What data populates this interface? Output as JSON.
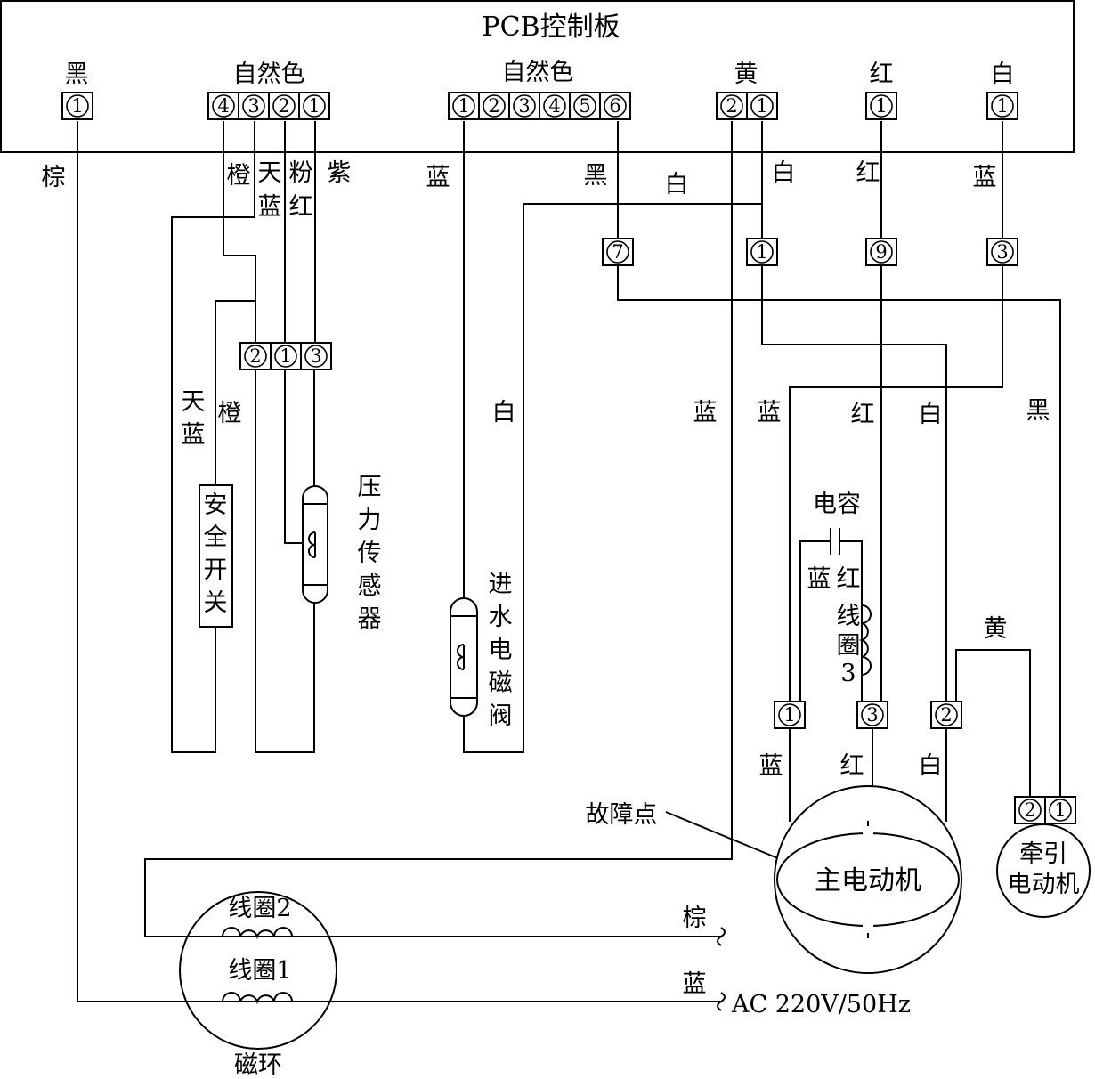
{
  "pcb": {
    "title": "PCB控制板",
    "terminals": [
      {
        "id": "t-black",
        "label": "黑",
        "pins": [
          "1"
        ]
      },
      {
        "id": "t-natural-4",
        "label": "自然色",
        "pins": [
          "4",
          "3",
          "2",
          "1"
        ]
      },
      {
        "id": "t-natural-6",
        "label": "自然色",
        "pins": [
          "1",
          "2",
          "3",
          "4",
          "5",
          "6"
        ]
      },
      {
        "id": "t-yellow",
        "label": "黄",
        "pins": [
          "2",
          "1"
        ]
      },
      {
        "id": "t-red",
        "label": "红",
        "pins": [
          "1"
        ]
      },
      {
        "id": "t-white",
        "label": "白",
        "pins": [
          "1"
        ]
      }
    ]
  },
  "midConnectors": [
    "7",
    "1",
    "9",
    "3"
  ],
  "sensorConnector": [
    "2",
    "1",
    "3"
  ],
  "motorConnectors": [
    "1",
    "3",
    "2"
  ],
  "tractionConnector": [
    "2",
    "1"
  ],
  "wireLabels": {
    "w1": "棕",
    "w2": "橙",
    "w3": "天",
    "w4": "蓝",
    "w5": "粉",
    "w6": "红",
    "w7": "紫",
    "w8": "蓝",
    "w9": "黑",
    "w10": "白",
    "w11": "白",
    "w12": "红",
    "w13": "蓝",
    "w14": "天",
    "w15": "蓝",
    "w16": "橙",
    "w17": "白",
    "w18": "蓝",
    "w19": "蓝",
    "w20": "红",
    "w21": "白",
    "w22": "黑",
    "w23": "蓝",
    "w24": "红",
    "w25": "黄",
    "w26": "蓝",
    "w27": "红",
    "w28": "白",
    "w29": "棕",
    "w30": "蓝"
  },
  "components": {
    "safetySwitch": [
      "安",
      "全",
      "开",
      "关"
    ],
    "pressureSensor": [
      "压",
      "力",
      "传",
      "感",
      "器"
    ],
    "inletValve": [
      "进",
      "水",
      "电",
      "磁",
      "阀"
    ],
    "capacitor": "电容",
    "coil3": [
      "线",
      "圈",
      "3"
    ],
    "mainMotor": "主电动机",
    "tractionMotor": [
      "牵引",
      "电动机"
    ],
    "magneticRing": "磁环",
    "coil2": "线圈2",
    "coil1": "线圈1",
    "fault": "故障点",
    "power": "AC 220V/50Hz"
  }
}
